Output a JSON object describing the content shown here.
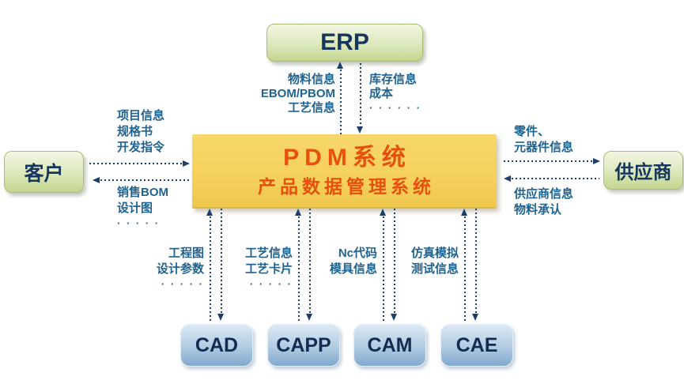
{
  "nodes": {
    "erp": {
      "label": "ERP"
    },
    "customer": {
      "label": "客户"
    },
    "supplier": {
      "label": "供应商"
    },
    "pdm": {
      "title": "PDM系统",
      "subtitle": "产品数据管理系统"
    },
    "cad": {
      "label": "CAD"
    },
    "capp": {
      "label": "CAPP"
    },
    "cam": {
      "label": "CAM"
    },
    "cae": {
      "label": "CAE"
    }
  },
  "flows": {
    "pdm_to_erp": {
      "lines": [
        "物料信息",
        "EBOM/PBOM",
        "工艺信息"
      ]
    },
    "erp_to_pdm": {
      "lines": [
        "库存信息",
        "成本",
        "· · · · · ·"
      ]
    },
    "customer_to_pdm": {
      "lines": [
        "项目信息",
        "规格书",
        "开发指令"
      ]
    },
    "pdm_to_customer": {
      "lines": [
        "销售BOM",
        "设计图",
        "· · · · ·"
      ]
    },
    "pdm_to_supplier": {
      "lines": [
        "零件、",
        "元器件信息"
      ]
    },
    "supplier_to_pdm": {
      "lines": [
        "供应商信息",
        "物料承认"
      ]
    },
    "pdm_to_cad": {
      "lines": [
        "工程图",
        "设计参数",
        "· · · · ·"
      ]
    },
    "pdm_to_capp": {
      "lines": [
        "工艺信息",
        "工艺卡片",
        "· · · · ·"
      ]
    },
    "pdm_to_cam": {
      "lines": [
        "Nc代码",
        "模具信息"
      ]
    },
    "pdm_to_cae": {
      "lines": [
        "仿真模拟",
        "测试信息"
      ]
    }
  },
  "colors": {
    "background": "#ffffff",
    "pdm_box": "#f5d05c",
    "pdm_text": "#e8500f",
    "green_box_top": "#f2f6e3",
    "green_box_bottom": "#c3d68f",
    "blue_box_top": "#dce9f4",
    "blue_box_bottom": "#81a9cd",
    "node_text": "#17365d",
    "label_text": "#1f6391",
    "connector": "#1c3e6e"
  }
}
